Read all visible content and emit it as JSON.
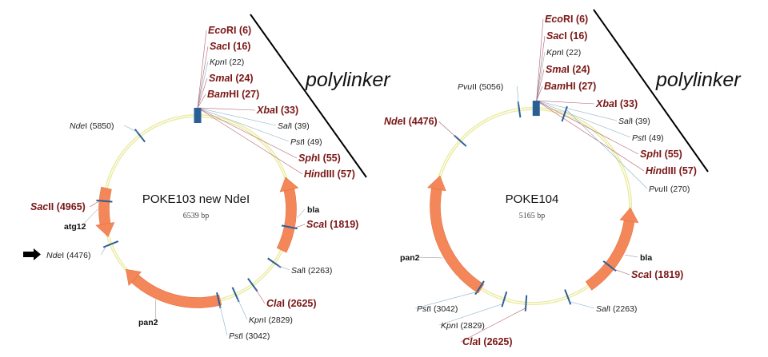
{
  "maps": [
    {
      "name": "POKE103 new NdeI",
      "size": "6539 bp",
      "polylinker_label": "polylinker",
      "features": [
        {
          "label": "atg12"
        },
        {
          "label": "pan2"
        },
        {
          "label": "bla"
        }
      ],
      "sites": [
        {
          "it": "Eco",
          "rm": "RI",
          "num": " (6)",
          "emphasis": true
        },
        {
          "it": "Sac",
          "rm": "I",
          "num": " (16)",
          "emphasis": true
        },
        {
          "it": "Kpn",
          "rm": "I",
          "num": " (22)",
          "emphasis": false
        },
        {
          "it": "Sma",
          "rm": "I",
          "num": " (24)",
          "emphasis": true
        },
        {
          "it": "Bam",
          "rm": "HI",
          "num": " (27)",
          "emphasis": true
        },
        {
          "it": "Xba",
          "rm": "I",
          "num": " (33)",
          "emphasis": true
        },
        {
          "it": "Sal",
          "rm": "I",
          "num": " (39)",
          "emphasis": false
        },
        {
          "it": "Pst",
          "rm": "I",
          "num": " (49)",
          "emphasis": false
        },
        {
          "it": "Sph",
          "rm": "I",
          "num": " (55)",
          "emphasis": true
        },
        {
          "it": "Hin",
          "rm": "dIII",
          "num": " (57)",
          "emphasis": true
        },
        {
          "it": "Nde",
          "rm": "I",
          "num": " (5850)",
          "emphasis": false
        },
        {
          "it": "Sac",
          "rm": "II",
          "num": " (4965)",
          "emphasis": true
        },
        {
          "it": "Nde",
          "rm": "I",
          "num": " (4476)",
          "emphasis": false
        },
        {
          "it": "Sca",
          "rm": "I",
          "num": " (1819)",
          "emphasis": true
        },
        {
          "it": "Sal",
          "rm": "I",
          "num": " (2263)",
          "emphasis": false
        },
        {
          "it": "Cla",
          "rm": "I",
          "num": " (2625)",
          "emphasis": true
        },
        {
          "it": "Kpn",
          "rm": "I",
          "num": " (2829)",
          "emphasis": false
        },
        {
          "it": "Pst",
          "rm": "I",
          "num": " (3042)",
          "emphasis": false
        }
      ]
    },
    {
      "name": "POKE104",
      "size": "5165 bp",
      "polylinker_label": "polylinker",
      "features": [
        {
          "label": "pan2"
        },
        {
          "label": "bla"
        }
      ],
      "sites": [
        {
          "it": "Eco",
          "rm": "RI",
          "num": " (6)",
          "emphasis": true
        },
        {
          "it": "Sac",
          "rm": "I",
          "num": " (16)",
          "emphasis": true
        },
        {
          "it": "Kpn",
          "rm": "I",
          "num": " (22)",
          "emphasis": false
        },
        {
          "it": "Sma",
          "rm": "I",
          "num": " (24)",
          "emphasis": true
        },
        {
          "it": "Bam",
          "rm": "HI",
          "num": " (27)",
          "emphasis": true
        },
        {
          "it": "Xba",
          "rm": "I",
          "num": " (33)",
          "emphasis": true
        },
        {
          "it": "Sal",
          "rm": "I",
          "num": " (39)",
          "emphasis": false
        },
        {
          "it": "Pst",
          "rm": "I",
          "num": " (49)",
          "emphasis": false
        },
        {
          "it": "Sph",
          "rm": "I",
          "num": " (55)",
          "emphasis": true
        },
        {
          "it": "Hin",
          "rm": "dIII",
          "num": " (57)",
          "emphasis": true
        },
        {
          "it": "Pvu",
          "rm": "II",
          "num": " (270)",
          "emphasis": false
        },
        {
          "it": "Pvu",
          "rm": "II",
          "num": " (5056)",
          "emphasis": false
        },
        {
          "it": "Nde",
          "rm": "I",
          "num": " (4476)",
          "emphasis": true
        },
        {
          "it": "Sca",
          "rm": "I",
          "num": " (1819)",
          "emphasis": true
        },
        {
          "it": "Sal",
          "rm": "I",
          "num": " (2263)",
          "emphasis": false
        },
        {
          "it": "Cla",
          "rm": "I",
          "num": " (2625)",
          "emphasis": true
        },
        {
          "it": "Kpn",
          "rm": "I",
          "num": " (2829)",
          "emphasis": false
        },
        {
          "it": "Pst",
          "rm": "I",
          "num": " (3042)",
          "emphasis": false
        }
      ]
    }
  ],
  "colors": {
    "feature": "#f4875a",
    "site": "#2a5f95",
    "ring": "#eaeaa0",
    "major_label": "#7a1616"
  }
}
